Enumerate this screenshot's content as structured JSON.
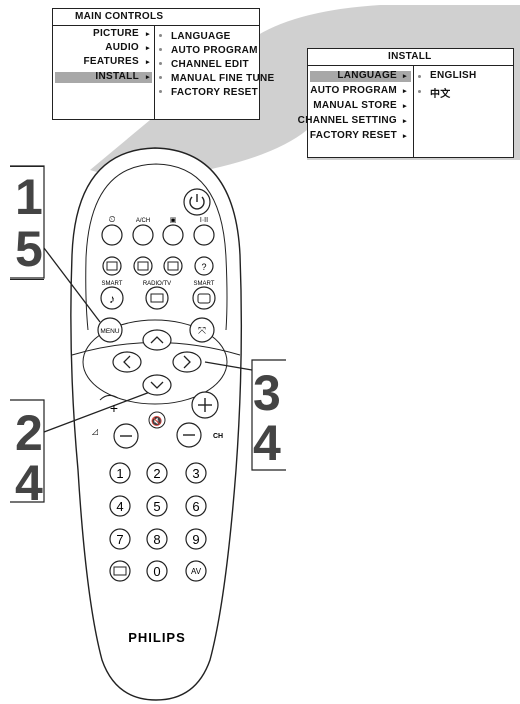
{
  "main_menu": {
    "title": "MAIN CONTROLS",
    "left_items": [
      "PICTURE",
      "AUDIO",
      "FEATURES",
      "INSTALL"
    ],
    "right_items": [
      "LANGUAGE",
      "AUTO PROGRAM",
      "CHANNEL EDIT",
      "MANUAL FINE TUNE",
      "FACTORY RESET"
    ]
  },
  "install_menu": {
    "title": "INSTALL",
    "left_items": [
      "LANGUAGE",
      "AUTO PROGRAM",
      "MANUAL STORE",
      "CHANNEL SETTING",
      "FACTORY RESET"
    ],
    "right_items": [
      "ENGLISH",
      "中文"
    ]
  },
  "steps": {
    "left_top": [
      "1",
      "5"
    ],
    "left_bottom": [
      "2",
      "4"
    ],
    "right": [
      "3",
      "4"
    ]
  },
  "remote": {
    "brand": "PHILIPS",
    "labels": {
      "ach": "A/CH",
      "smart1": "SMART",
      "radiotv": "RADIO/TV",
      "smart2": "SMART",
      "menu": "MENU",
      "ch": "CH",
      "av": "AV"
    },
    "digits": [
      "1",
      "2",
      "3",
      "4",
      "5",
      "6",
      "7",
      "8",
      "9",
      "0"
    ]
  }
}
